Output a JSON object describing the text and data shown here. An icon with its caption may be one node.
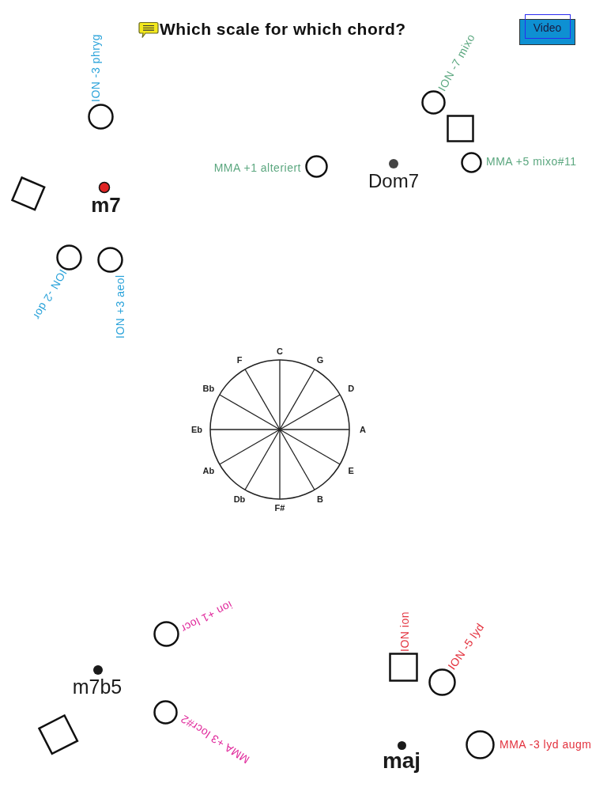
{
  "diagram": {
    "title": "Which scale for which chord?",
    "nodes": [
      {
        "text": [],
        "shape": "circle",
        "beside": [
          "ION -3 phryg"
        ]
      },
      {
        "text": [],
        "shape": "circle",
        "beside": [
          "ION -7 mixo"
        ]
      },
      {
        "text": [],
        "shape": "box"
      },
      {
        "text": [],
        "shape": "circle",
        "beside": [
          "MMA +1 alteriert"
        ]
      },
      {
        "text": [],
        "shape": "dot",
        "beside": [
          "Dom7"
        ]
      },
      {
        "text": [],
        "shape": "circle",
        "beside": [
          "MMA +5 mixo#11"
        ]
      },
      {
        "text": [],
        "shape": "box"
      },
      {
        "text": [],
        "shape": "dot",
        "beside": [
          "m7"
        ]
      },
      {
        "text": [],
        "shape": "circle",
        "beside": [
          "ION -2 dor"
        ]
      },
      {
        "text": [],
        "shape": "circle",
        "beside": [
          "ION +3 aeol"
        ]
      },
      {
        "text": [],
        "shape": "circle",
        "beside": [
          "ion +1 locr"
        ]
      },
      {
        "text": [],
        "shape": "box",
        "beside": [
          "ION ion"
        ]
      },
      {
        "text": [],
        "shape": "circle",
        "beside": [
          "ION -5 lyd"
        ]
      },
      {
        "text": [],
        "shape": "dot",
        "beside": [
          "m7b5"
        ]
      },
      {
        "text": [],
        "shape": "circle",
        "beside": [
          "MMA +3 locr#2"
        ]
      },
      {
        "text": [],
        "shape": "box"
      },
      {
        "text": [],
        "shape": "dot",
        "beside": [
          "maj"
        ]
      },
      {
        "text": [],
        "shape": "circle",
        "beside": [
          "MMA -3 lyd augm"
        ]
      }
    ],
    "labels": [
      "Video",
      "C",
      "G",
      "D",
      "A",
      "E",
      "B",
      "F#",
      "Db",
      "Ab",
      "Eb",
      "Bb",
      "F"
    ]
  }
}
